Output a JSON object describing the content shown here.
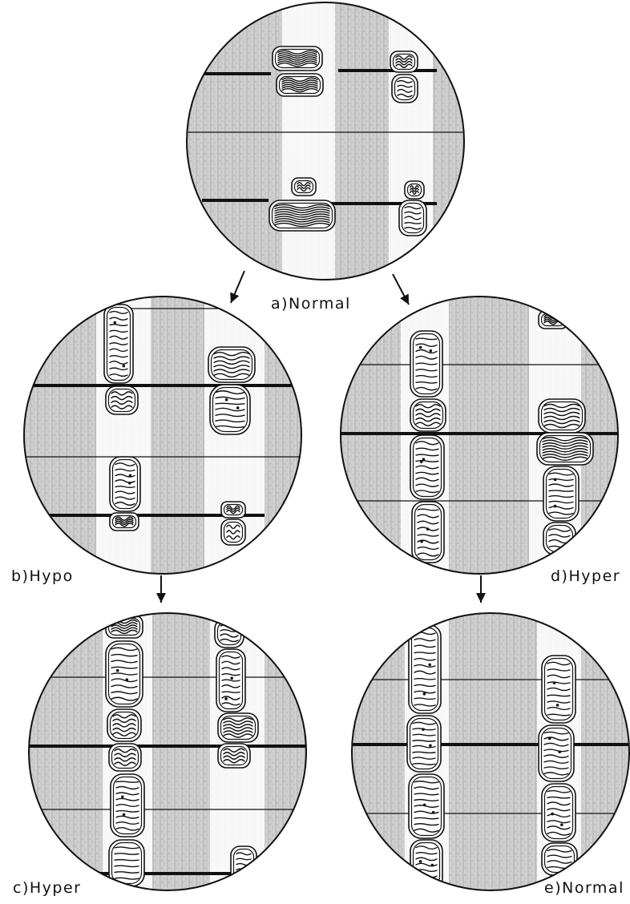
{
  "figure": {
    "panels": [
      {
        "id": "a",
        "label": "a)Normal"
      },
      {
        "id": "b",
        "label": "b)Hypo"
      },
      {
        "id": "c",
        "label": "c)Hyper"
      },
      {
        "id": "d",
        "label": "d)Hyper"
      },
      {
        "id": "e",
        "label": "e)Normal"
      }
    ],
    "arrows": [
      {
        "from": "a",
        "to": "b"
      },
      {
        "from": "a",
        "to": "d"
      },
      {
        "from": "b",
        "to": "c"
      },
      {
        "from": "d",
        "to": "e"
      }
    ],
    "colors": {
      "ink": "#111111",
      "stipple": "#c4c4c4",
      "mito_fill": "#ffffff",
      "background": "#ffffff"
    }
  }
}
